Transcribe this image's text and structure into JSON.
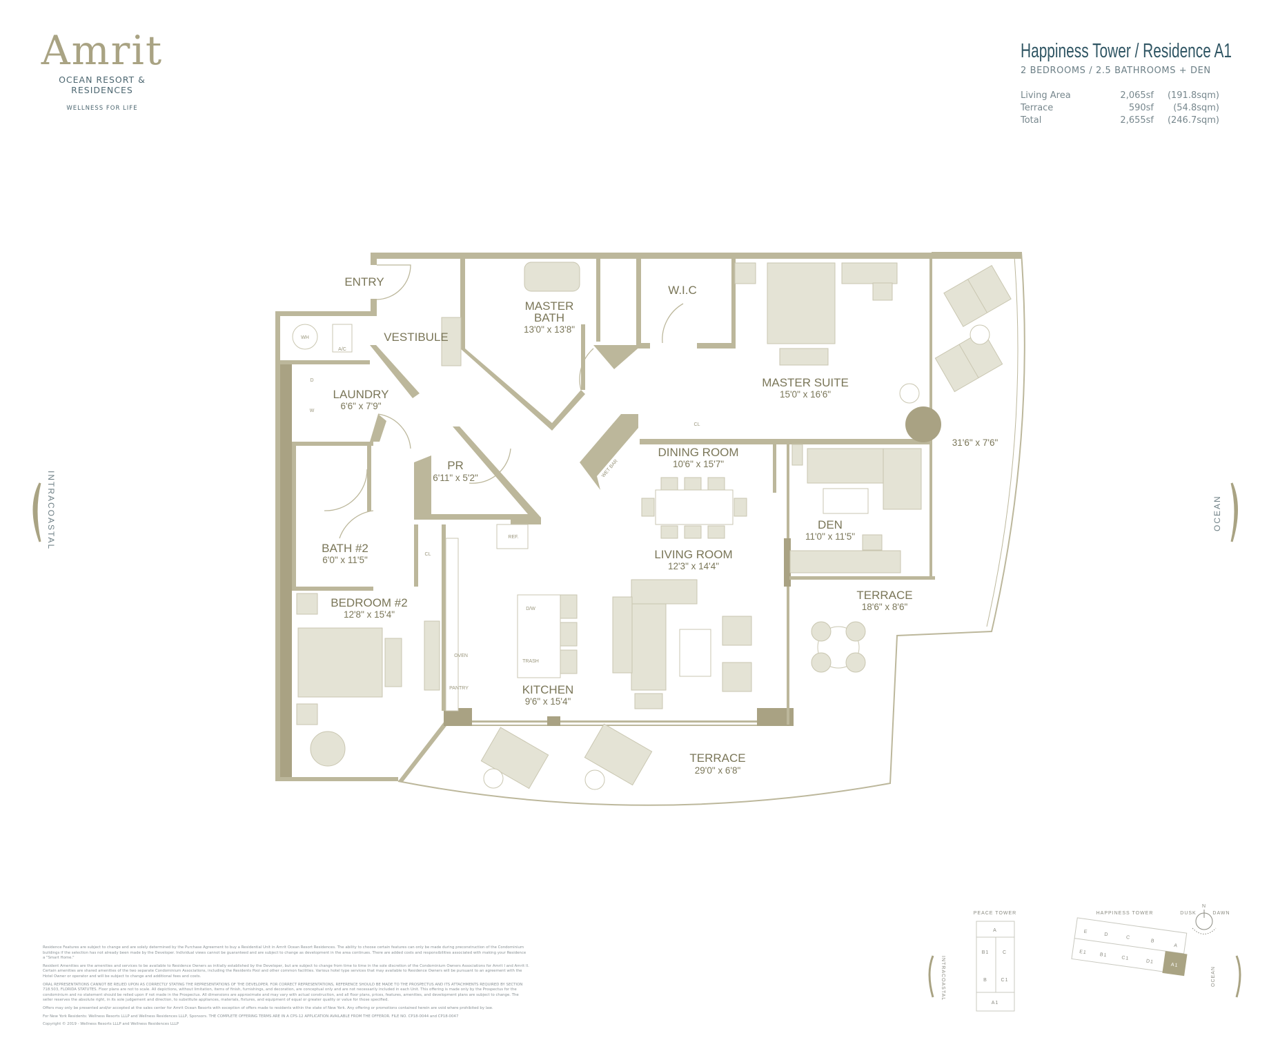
{
  "logo": {
    "word": "Amrit",
    "subtitle": "OCEAN RESORT & RESIDENCES",
    "tagline": "WELLNESS FOR LIFE"
  },
  "header": {
    "title": "Happiness Tower   /   Residence A1",
    "subtitle": "2 BEDROOMS / 2.5  BATHROOMS + DEN",
    "areas": [
      {
        "label": "Living Area",
        "sf": "2,065sf",
        "sqm": "(191.8sqm)"
      },
      {
        "label": "Terrace",
        "sf": "590sf",
        "sqm": "(54.8sqm)"
      },
      {
        "label": "Total",
        "sf": "2,655sf",
        "sqm": "(246.7sqm)"
      }
    ]
  },
  "orientation": {
    "left": "INTRACOASTAL",
    "right": "OCEAN"
  },
  "rooms": {
    "entry": {
      "name": "ENTRY"
    },
    "vestibule": {
      "name": "VESTIBULE"
    },
    "master_bath": {
      "name1": "MASTER",
      "name2": "BATH",
      "dim": "13'0\" x 13'8\""
    },
    "wic": {
      "name": "W.I.C"
    },
    "master_suite": {
      "name": "MASTER SUITE",
      "dim": "15'0\" x 16'6\""
    },
    "terrace_east": {
      "dim": "31'6\" x 7'6\""
    },
    "laundry": {
      "name": "LAUNDRY",
      "dim": "6'6\" x 7'9\""
    },
    "dining": {
      "name": "DINING ROOM",
      "dim": "10'6\" x 15'7\""
    },
    "pr": {
      "name": "PR",
      "dim": "6'11\" x 5'2\""
    },
    "den": {
      "name": "DEN",
      "dim": "11'0\" x 11'5\""
    },
    "bath2": {
      "name": "BATH #2",
      "dim": "6'0\" x 11'5\""
    },
    "living": {
      "name": "LIVING ROOM",
      "dim": "12'3\" x 14'4\""
    },
    "terrace_den": {
      "name": "TERRACE",
      "dim": "18'6\" x 8'6\""
    },
    "bedroom2": {
      "name": "BEDROOM #2",
      "dim": "12'8\" x 15'4\""
    },
    "kitchen": {
      "name": "KITCHEN",
      "dim": "9'6\" x 15'4\""
    },
    "terrace_south": {
      "name": "TERRACE",
      "dim": "29'0\" x 6'8\""
    }
  },
  "fixtures": {
    "wh": "WH",
    "ac": "A/C",
    "dryer": "D",
    "washer": "W",
    "cl": "CL",
    "wet_bar": "WET BAR",
    "ref": "REF.",
    "dw": "D/W",
    "trash": "TRASH",
    "oven": "OVEN",
    "pantry": "PANTRY"
  },
  "keyplan": {
    "peace_tower": "PEACE TOWER",
    "happiness_tower": "HAPPINESS TOWER",
    "peace_units": [
      "A",
      "B1",
      "C",
      "B",
      "C1",
      "A1"
    ],
    "happiness_units": [
      "E",
      "D",
      "C",
      "B",
      "A",
      "E1",
      "B1",
      "C1",
      "D1",
      "A1"
    ],
    "highlighted_unit": "A1",
    "highlight_color": "#a9a383",
    "compass": {
      "n": "N",
      "dusk": "DUSK",
      "dawn": "DAWN"
    },
    "left": "INTRACOASTAL",
    "right": "OCEAN"
  },
  "disclaimer": [
    "Residence Features are subject to change and are solely determined by the Purchase Agreement to buy a Residential Unit in Amrit Ocean Resort Residences. The ability to choose certain features can only be made during preconstruction of the Condominium buildings if the selection has not already been made by the Developer. Individual views cannot be guaranteed and are subject to change as development in the area continues. There are added costs and responsibilities associated with making your Residence a \"Smart Home.\"",
    "Resident Amenities are the amenities and services to be available to Residence Owners as initially established by the Developer, but are subject to change from time to time in the sole discretion of the Condominium Owners Associations for Amrit I and Amrit II. Certain amenities are shared amenities of the two separate Condominium Associations, including the Residents Pool and other common facilities. Various hotel type services that may available to Residence Owners will be pursuant to an agreement with the Hotel Owner or operator and will be subject to change and additional fees and costs.",
    "ORAL REPRESENTATIONS CANNOT BE RELIED UPON AS CORRECTLY STATING THE REPRESENTATIONS OF THE DEVELOPER. FOR CORRECT REPRESENTATIONS, REFERENCE SHOULD BE MADE TO THE PROSPECTUS AND ITS ATTACHMENTS REQUIRED BY SECTION 718.503, FLORIDA STATUTES. Floor plans are not to scale. All depictions, without limitation, items of finish, furnishings, and decoration, are conceptual only and are not necessarily included in each Unit. This offering is made only by the Prospectus for the condominium and no statement should be relied upon if not made in the Prospectus. All dimensions are approximate and may vary with actual construction, and all floor plans, prices, features, amenities, and development plans are subject to change. The seller reserves the absolute right, in its sole judgement and direction, to substitute appliances, materials, fixtures, and equipment of equal or greater quality or value for those specified.",
    "Offers may only be presented and/or accepted at the sales center for Amrit Ocean Resorts with exception of offers made to residents within the state of New York.  Any offering or promotions contained herein are void where prohibited by law.",
    "For New York Residents: Wellness Resorts LLLP and Wellness Residences LLLP, Sponsors. THE COMPLETE OFFERING TERMS ARE IN A CPS-12 APPLICATION AVAILABLE FROM THE OFFEROR. FILE NO. CP18-0044 and CP18-0047",
    "Copyright © 2019 - Wellness Resorts LLLP and Wellness Residences LLLP"
  ]
}
